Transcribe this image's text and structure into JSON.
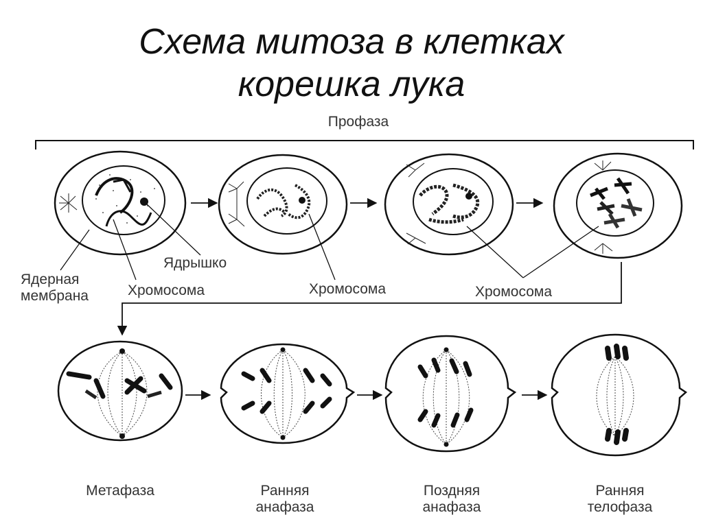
{
  "title": {
    "line1": "Схема митоза в клетках",
    "line2": "корешка лука"
  },
  "labels": {
    "prophase": "Профаза",
    "nuclear_membrane_1": "Ядерная",
    "nuclear_membrane_2": "мембрана",
    "nucleolus": "Ядрышко",
    "chromosome": "Хромосома",
    "metaphase": "Метафаза",
    "early_anaphase_1": "Ранняя",
    "early_anaphase_2": "анафаза",
    "late_anaphase_1": "Поздняя",
    "late_anaphase_2": "анафаза",
    "early_telophase_1": "Ранняя",
    "early_telophase_2": "телофаза"
  }
}
